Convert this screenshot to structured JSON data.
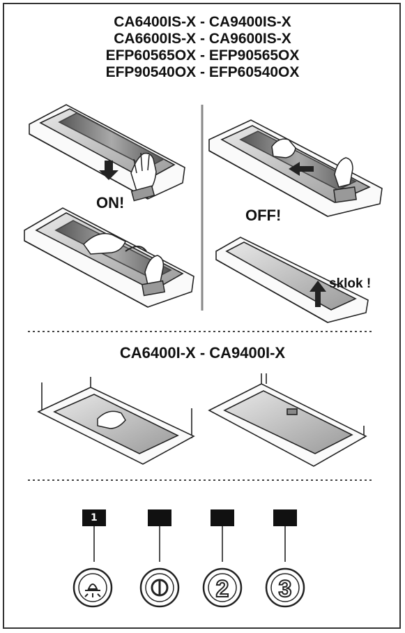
{
  "models_top": [
    "CA6400IS-X - CA9400IS-X",
    "CA6600IS-X - CA9600IS-X",
    "EFP60565OX - EFP90565OX",
    "EFP90540OX - EFP60540OX"
  ],
  "label_on": "ON!",
  "label_off": "OFF!",
  "label_click": "sklok !",
  "models_bottom": "CA6400I-X - CA9400I-X",
  "indicators": [
    {
      "number": "1",
      "icon": "light-icon"
    },
    {
      "icon": "power-icon"
    },
    {
      "button_text": "2"
    },
    {
      "button_text": "3"
    }
  ]
}
